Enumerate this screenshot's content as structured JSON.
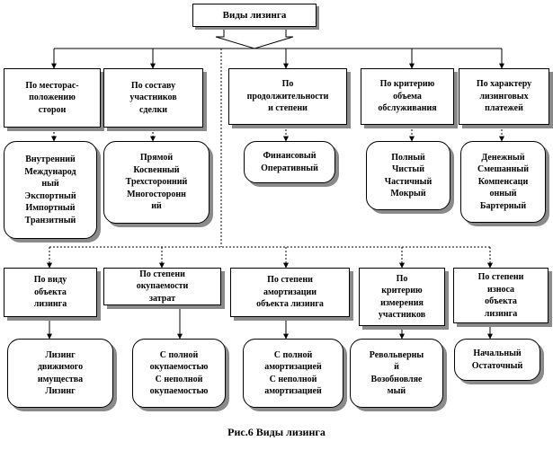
{
  "root": "Виды лизинга",
  "top_categories": [
    {
      "label": "По месторас-\nположению\nсторон",
      "items": "Внутренний\nМеждународ\nный\nЭкспортный\nИмпортный\nТранзитный"
    },
    {
      "label": "По составу\nучастников\nсделки",
      "items": "Прямой\nКосвенный\nТрехсторонний\nМногосторонн\nий"
    },
    {
      "label": "По\nпродолжительности\nи степени",
      "items": "Финансовый\nОперативный"
    },
    {
      "label": "По критерию\nобъема\nобслуживания",
      "items": "Полный\nЧистый\nЧастичный\nМокрый"
    },
    {
      "label": "По характеру\nлизинговых\nплатежей",
      "items": "Денежный\nСмешанный\nКомпенсаци\nонный\nБартерный"
    }
  ],
  "bottom_categories": [
    {
      "label": "По виду\nобъекта\nлизинга",
      "items": "Лизинг\nдвижимого\nимущества\nЛизинг"
    },
    {
      "label": "По степени\nокупаемости\nзатрат",
      "items": "С полной\nокупаемостью\nС неполной\nокупаемостью"
    },
    {
      "label": "По степени\nамортизации\nобъекта лизинга",
      "items": "С полной\nамортизацией\nС неполной\nамортизацией"
    },
    {
      "label": "По\nкритерию\nизмерения\nучастников",
      "items": "Револьверны\nй\nВозобновляе\nмый"
    },
    {
      "label": "По степени\nизноса\nобъекта\nлизинга",
      "items": "Начальный\nОстаточный"
    }
  ],
  "caption": "Рис.6 Виды лизинга"
}
